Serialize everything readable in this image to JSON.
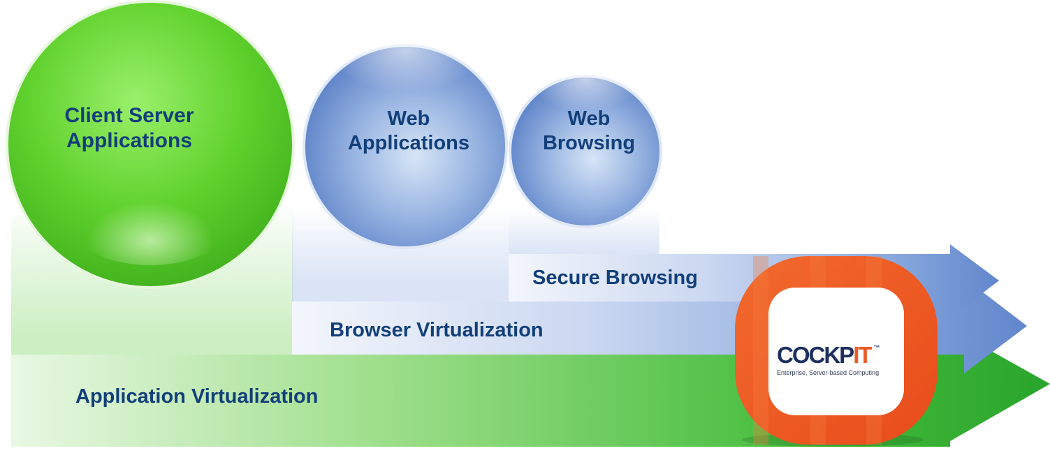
{
  "circles": {
    "client_server": {
      "line1": "Client Server",
      "line2": "Applications"
    },
    "web_applications": {
      "line1": "Web",
      "line2": "Applications"
    },
    "web_browsing": {
      "line1": "Web",
      "line2": "Browsing"
    }
  },
  "arrows": {
    "secure_browsing": "Secure Browsing",
    "browser_virtualization": "Browser Virtualization",
    "application_virtualization": "Application Virtualization"
  },
  "logo": {
    "brand_dark": "COCKP",
    "brand_accent": "IT",
    "trademark": "™",
    "tagline": "Enterprise, Server-based Computing"
  },
  "colors": {
    "label_text": "#123f7a",
    "green_sphere": "#5fd12c",
    "blue_sphere": "#6f93d6",
    "green_arrow": "#3fb83a",
    "blue_arrow": "#6e95d2",
    "logo_frame": "#f05a24"
  }
}
